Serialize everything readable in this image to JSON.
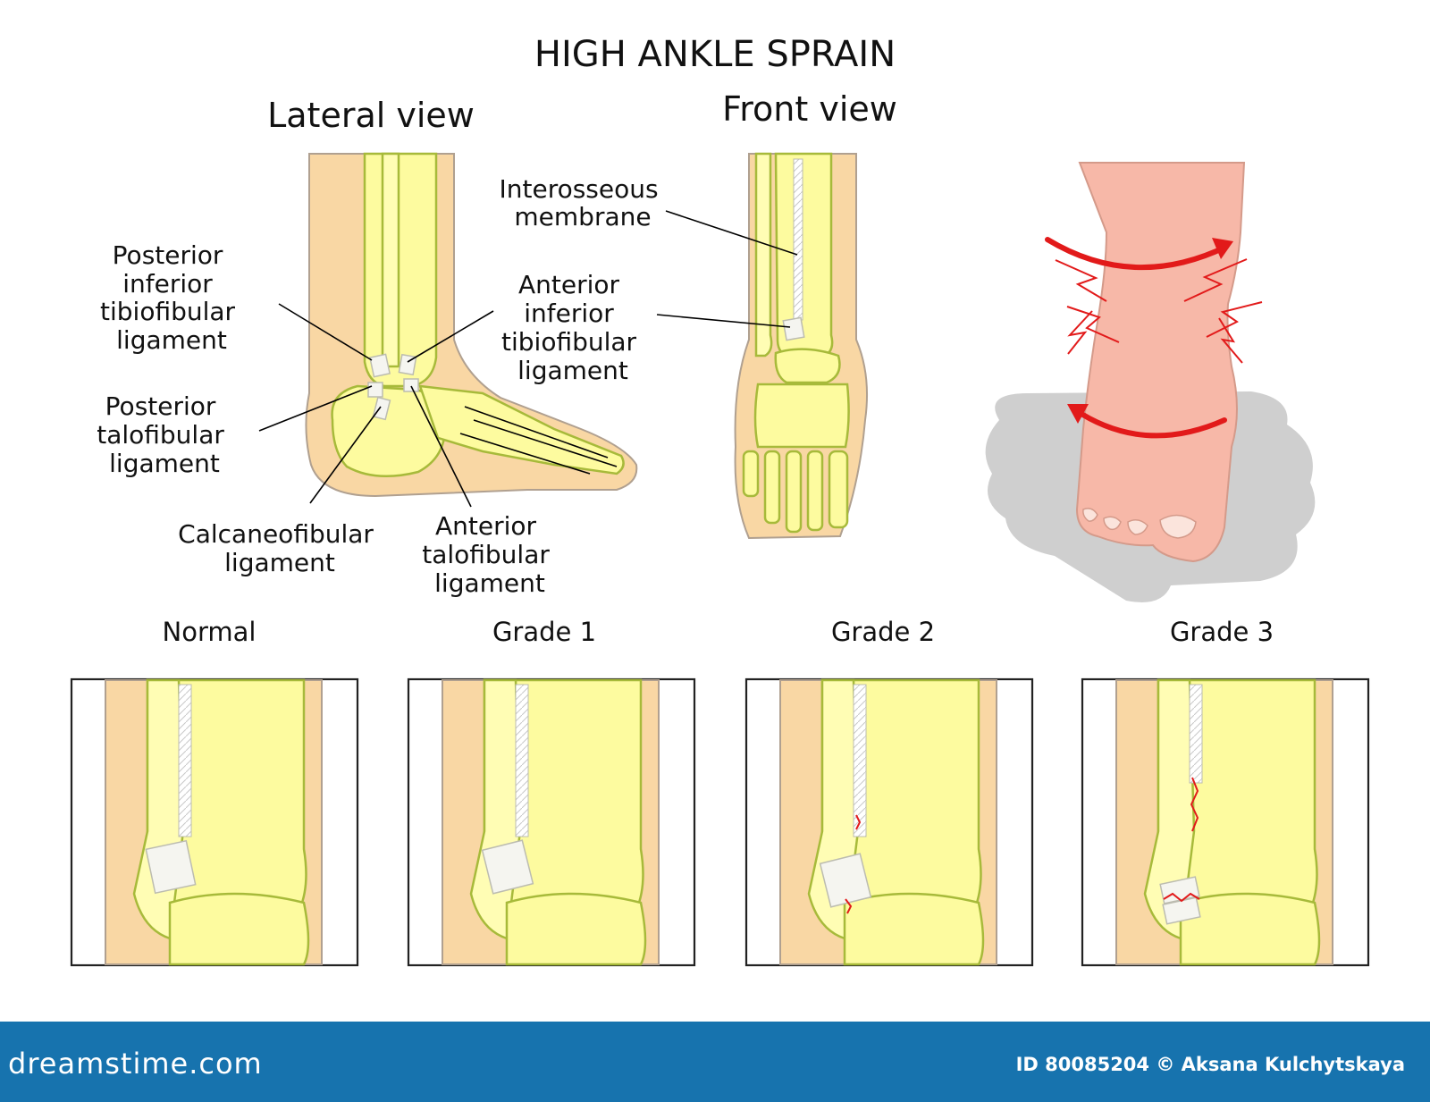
{
  "title": "HIGH ANKLE SPRAIN",
  "views": {
    "lateral": "Lateral view",
    "front": "Front view"
  },
  "labels": {
    "pitfl": [
      "Posterior",
      "inferior",
      "tibiofibular",
      "ligament"
    ],
    "ptfl": [
      "Posterior",
      "talofibular",
      "ligament"
    ],
    "cfl": [
      "Calcaneofibular",
      "ligament"
    ],
    "atfl": [
      "Anterior",
      "talofibular",
      "ligament"
    ],
    "aitfl": [
      "Anterior",
      "inferior",
      "tibiofibular",
      "ligament"
    ],
    "membrane": [
      "Interosseous",
      "membrane"
    ]
  },
  "grades": [
    "Normal",
    "Grade 1",
    "Grade 2",
    "Grade 3"
  ],
  "colors": {
    "skin": "#f9d7a4",
    "bone": "#fdfb9f",
    "bone_outline": "#a7ba3a",
    "ligament": "#f5f5f0",
    "injury": "#e21a1a",
    "foot_skin": "#f7b8a8",
    "shadow": "#cfcfcf",
    "footer": "#1773ae"
  },
  "footer": {
    "brand": "dreamstime.com",
    "credit": "ID 80085204 © Aksana Kulchytskaya"
  }
}
